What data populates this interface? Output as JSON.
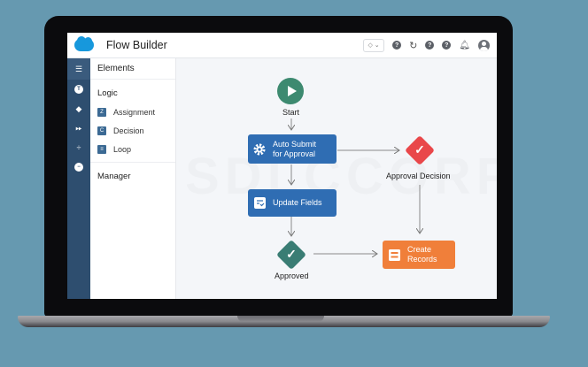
{
  "app": {
    "title": "Flow Builder",
    "logo": "salesforce-cloud-logo"
  },
  "toolbar": {
    "dropdown_label": "◇ ⌄",
    "icons": [
      "settings-dropdown",
      "help-icon",
      "refresh-icon",
      "help-icon",
      "help-icon",
      "bell-icon",
      "avatar-icon"
    ]
  },
  "rail": {
    "icons": [
      "menu-icon",
      "logic-icon",
      "diamond-icon",
      "fast-forward-icon",
      "divide-icon",
      "minus-circle-icon"
    ]
  },
  "panel": {
    "header": "Elements",
    "sections": [
      {
        "title": "Logic",
        "items": [
          {
            "badge": "Z",
            "label": "Assignment"
          },
          {
            "badge": "C",
            "label": "Decision"
          },
          {
            "badge": "≡",
            "label": "Loop"
          }
        ]
      },
      {
        "title": "Manager",
        "items": []
      }
    ]
  },
  "canvas": {
    "watermark": "SDLCCORP",
    "nodes": {
      "start": {
        "label": "Start",
        "color": "#3d8a70"
      },
      "auto_submit": {
        "label_line1": "Auto Submit",
        "label_line2": "for Approval",
        "color": "#2f6db3"
      },
      "update_fields": {
        "label": "Update Fields",
        "color": "#2f6db3"
      },
      "approved": {
        "label": "Approved",
        "color": "#3a7d74"
      },
      "approval_decision": {
        "label": "Approval Decision",
        "color": "#e9474a"
      },
      "create_records": {
        "label_line1": "Create",
        "label_line2": "Records",
        "color": "#f07f3a"
      }
    }
  }
}
